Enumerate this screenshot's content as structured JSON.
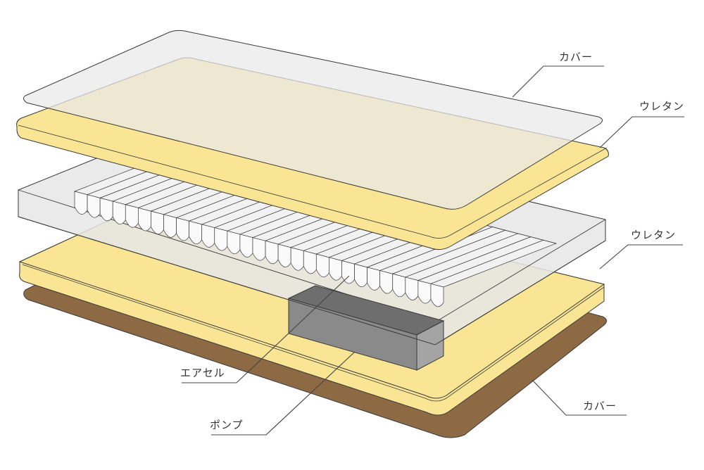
{
  "labels": {
    "top_cover": "カバー",
    "top_urethane": "ウレタン",
    "lower_urethane": "ウレタン",
    "bottom_cover": "カバー",
    "air_cell": "エアセル",
    "pump": "ポンプ"
  },
  "colors": {
    "cover_clear_fill": "#e9e9ea",
    "urethane_fill": "#f9e594",
    "base_cover_fill": "#8d6a44",
    "pump_fill": "#8a8a8a",
    "cell_fill": "#f2f2f3",
    "outline": "#3a3a3a"
  },
  "air_cell": {
    "count": 29
  }
}
